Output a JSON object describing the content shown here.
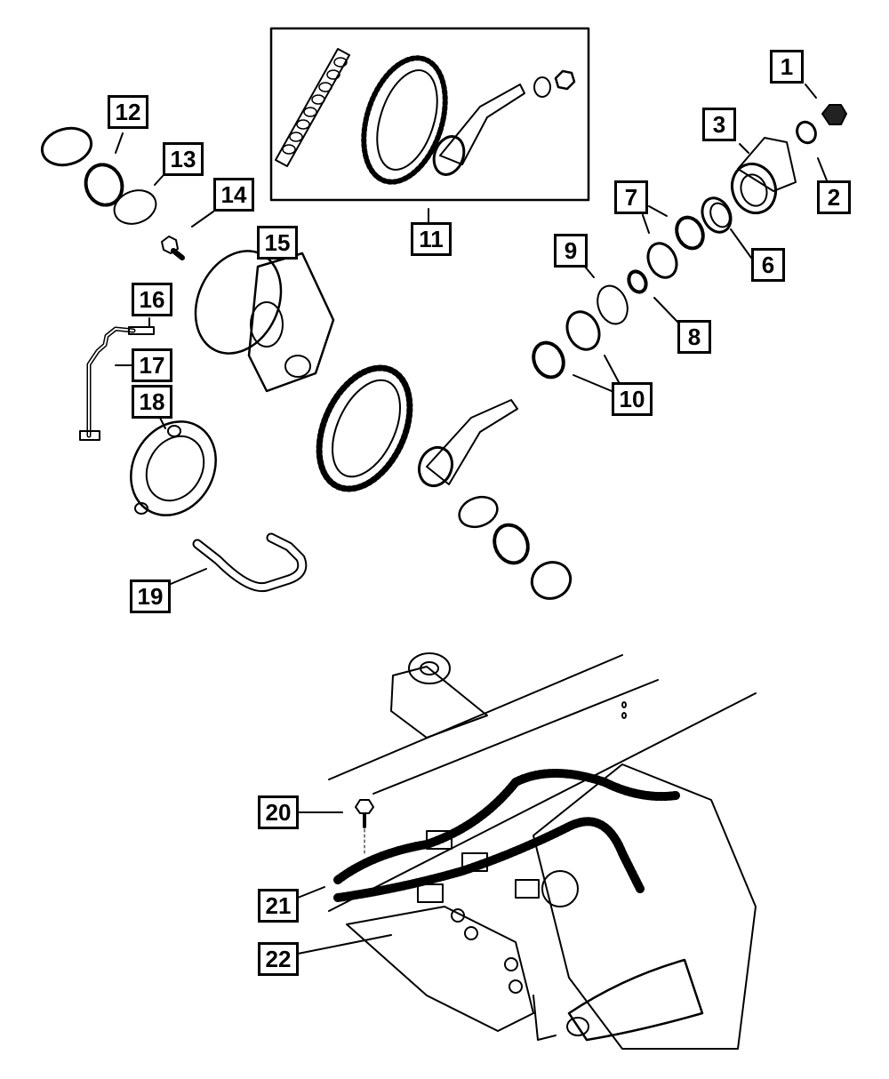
{
  "diagram": {
    "type": "exploded-parts-diagram",
    "subject": "Rear axle differential assembly and wiring harness",
    "colors": {
      "line": "#000000",
      "background": "#ffffff"
    },
    "callouts": [
      {
        "label": "1",
        "part": "pinion nut"
      },
      {
        "label": "2",
        "part": "washer"
      },
      {
        "label": "3",
        "part": "pinion yoke"
      },
      {
        "label": "6",
        "part": "pinion bearing cup"
      },
      {
        "label": "7",
        "part": "pinion bearing cone"
      },
      {
        "label": "8",
        "part": "pinion seal"
      },
      {
        "label": "9",
        "part": "shim"
      },
      {
        "label": "10",
        "part": "pinion bearing cone and cup"
      },
      {
        "label": "11",
        "part": "ring and pinion gear kit"
      },
      {
        "label": "12",
        "part": "differential bearing cone and cup"
      },
      {
        "label": "13",
        "part": "shim"
      },
      {
        "label": "14",
        "part": "ring gear bolt"
      },
      {
        "label": "15",
        "part": "differential case"
      },
      {
        "label": "16",
        "part": "vent fitting"
      },
      {
        "label": "17",
        "part": "vent tube"
      },
      {
        "label": "18",
        "part": "axle seal"
      },
      {
        "label": "19",
        "part": "vent hose"
      },
      {
        "label": "20",
        "part": "bolt"
      },
      {
        "label": "21",
        "part": "wiring harness"
      },
      {
        "label": "22",
        "part": "bracket"
      }
    ]
  }
}
